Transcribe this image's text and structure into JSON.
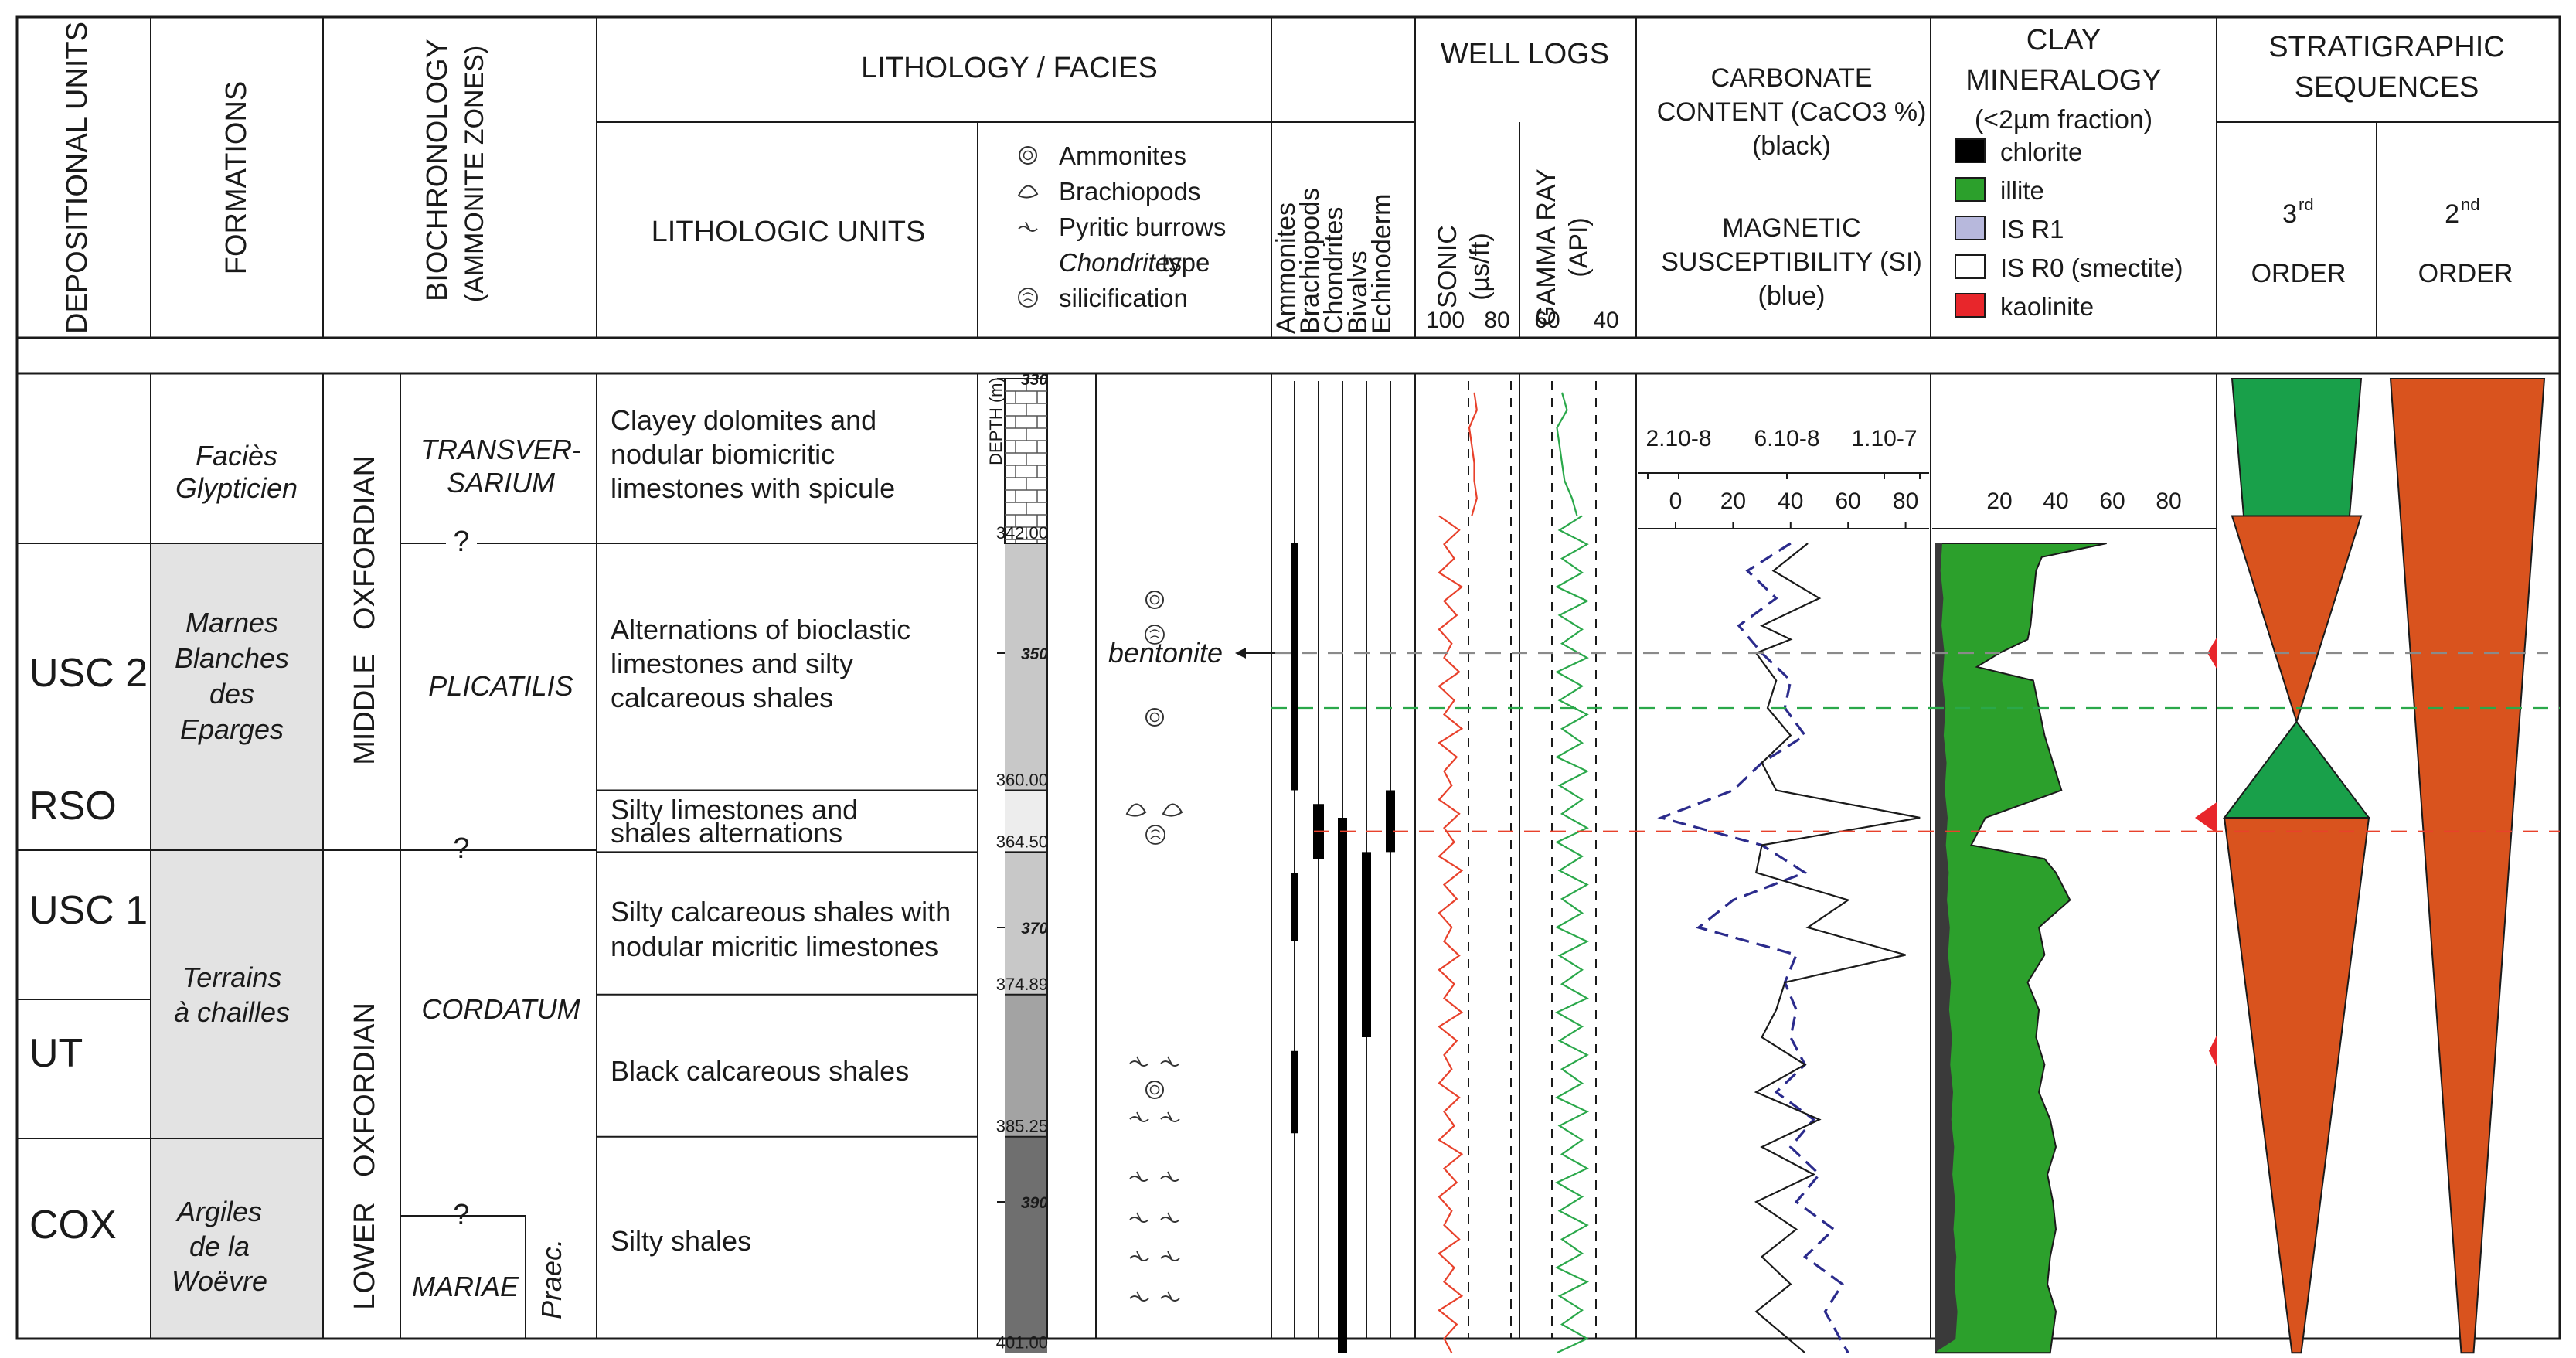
{
  "headers": {
    "depositional_units": "DEPOSITIONAL UNITS",
    "formations": "FORMATIONS",
    "biochronology": "BIOCHRONOLOGY",
    "biochronology_sub": "(AMMONITE ZONES)",
    "lithology_facies": "LITHOLOGY / FACIES",
    "lithologic_units": "LITHOLOGIC UNITS",
    "well_logs": "WELL LOGS",
    "sonic": "SONIC",
    "sonic_unit": "(µs/ft)",
    "gamma_ray": "GAMMA RAY",
    "gamma_unit": "(API)",
    "carbonate_1": "CARBONATE",
    "carbonate_2": "CONTENT (CaCO3 %)",
    "carbonate_3": "(black)",
    "magnetic_1": "MAGNETIC",
    "magnetic_2": "SUSCEPTIBILITY (SI)",
    "magnetic_3": "(blue)",
    "clay_1": "CLAY",
    "clay_2": "MINERALOGY",
    "clay_3": "(<2µm fraction)",
    "strat_1": "STRATIGRAPHIC",
    "strat_2": "SEQUENCES",
    "third_num": "3",
    "third_sup": "rd",
    "second_num": "2",
    "second_sup": "nd",
    "order": "ORDER",
    "depth_axis": "DEPTH (m)"
  },
  "facies_legend": [
    "Ammonites",
    "Brachiopods",
    "Pyritic burrows",
    "Chondrites",
    "type",
    "silicification"
  ],
  "fossil_columns": [
    "Ammonites",
    "Brachiopods",
    "Chondrites",
    "Bivalvs",
    "Echinoderm"
  ],
  "well_log_ticks": {
    "sonic": [
      "100",
      "80"
    ],
    "gamma": [
      "60",
      "40"
    ]
  },
  "carb_top_ticks": [
    "2.10-8",
    "6.10-8",
    "1.10-7"
  ],
  "carb_bottom_ticks": [
    "0",
    "20",
    "40",
    "60",
    "80"
  ],
  "clay_ticks": [
    "20",
    "40",
    "60",
    "80"
  ],
  "clay_legend": [
    {
      "label": "chlorite",
      "color": "#000000"
    },
    {
      "label": "illite",
      "color": "#2ca02c"
    },
    {
      "label": "IS R1",
      "color": "#b7b8dc"
    },
    {
      "label": "IS R0 (smectite)",
      "color": "#ffffff"
    },
    {
      "label": "kaolinite",
      "color": "#e8262b"
    }
  ],
  "units": [
    "USC 2",
    "RSO",
    "USC 1",
    "UT",
    "COX"
  ],
  "formations": {
    "f1": [
      "Faciès",
      "Glypticien"
    ],
    "f2": [
      "Marnes",
      "Blanches",
      "des",
      "Eparges"
    ],
    "f3": [
      "Terrains",
      "à chailles"
    ],
    "f4": [
      "Argiles",
      "de la",
      "Woëvre"
    ]
  },
  "stages": {
    "middle": "MIDDLE",
    "lower": "LOWER",
    "oxfordian": "OXFORDIAN"
  },
  "zones": {
    "transversarium_1": "TRANSVER-",
    "transversarium_2": "SARIUM",
    "plicatilis": "PLICATILIS",
    "cordatum": "CORDATUM",
    "mariae": "MARIAE",
    "praec": "Praec.",
    "q": "?"
  },
  "lithologic_units": {
    "u1": [
      "Clayey dolomites and",
      "nodular biomicritic",
      "limestones with spicule"
    ],
    "u2": [
      "Alternations of bioclastic",
      "limestones and silty",
      "calcareous shales"
    ],
    "u3": [
      "Silty limestones and",
      "shales alternations"
    ],
    "u4": [
      "Silty calcareous shales with",
      "nodular micritic limestones"
    ],
    "u5": [
      "Black calcareous shales"
    ],
    "u6": [
      "Silty shales"
    ]
  },
  "depth_ticks": [
    "330",
    "350",
    "370",
    "390"
  ],
  "depth_boundaries": [
    "342.00",
    "360.00",
    "364.50",
    "374.89",
    "385.25",
    "401.00"
  ],
  "bentonite_label": "bentonite",
  "colors": {
    "sonic": "#e8412b",
    "gamma": "#2aa84a",
    "magnetic": "#2b2b8c",
    "illite": "#2ca02c",
    "chlorite": "#3a3a3a",
    "kaolinite": "#e8262b",
    "sequence_orange": "#d9531e",
    "sequence_green": "#19a04a",
    "formation_gray": "#e3e3e3"
  },
  "chart_data": {
    "type": "line",
    "depth_range_m": [
      330,
      401
    ],
    "depth_ticks_m": [
      330,
      350,
      370,
      390
    ],
    "clay_illite_percent": {
      "depth": [
        342,
        343,
        344,
        346,
        348,
        349,
        350,
        351,
        352,
        354,
        356,
        358,
        360,
        362,
        364,
        365,
        366,
        368,
        370,
        372,
        374,
        376,
        378,
        380,
        382,
        384,
        386,
        388,
        390,
        392,
        394,
        396,
        398,
        401
      ],
      "value": [
        58,
        35,
        33,
        32,
        31,
        30,
        20,
        12,
        32,
        34,
        36,
        39,
        42,
        15,
        10,
        36,
        40,
        45,
        34,
        36,
        30,
        34,
        33,
        36,
        34,
        38,
        40,
        37,
        39,
        40,
        38,
        37,
        40,
        38
      ]
    },
    "carbonate_percent": {
      "depth": [
        342,
        344,
        346,
        348,
        349,
        350,
        352,
        354,
        356,
        358,
        360,
        362,
        364,
        366,
        368,
        370,
        372,
        374,
        376,
        378,
        380,
        382,
        384,
        386,
        388,
        390,
        392,
        394,
        396,
        398,
        401
      ],
      "value": [
        46,
        34,
        50,
        30,
        40,
        28,
        35,
        32,
        40,
        30,
        35,
        85,
        30,
        28,
        60,
        46,
        80,
        38,
        35,
        30,
        45,
        28,
        50,
        30,
        48,
        28,
        42,
        30,
        40,
        28,
        45
      ]
    },
    "magnetic_susceptibility_percent_scale": {
      "depth": [
        342,
        344,
        346,
        348,
        350,
        352,
        354,
        356,
        358,
        360,
        362,
        364,
        366,
        368,
        370,
        372,
        374,
        376,
        378,
        380,
        382,
        384,
        386,
        388,
        390,
        392,
        394,
        396,
        398,
        401
      ],
      "value": [
        40,
        25,
        35,
        22,
        30,
        40,
        38,
        45,
        30,
        20,
        -5,
        30,
        45,
        20,
        8,
        42,
        38,
        42,
        40,
        45,
        35,
        48,
        40,
        50,
        42,
        55,
        45,
        58,
        52,
        60
      ]
    }
  }
}
